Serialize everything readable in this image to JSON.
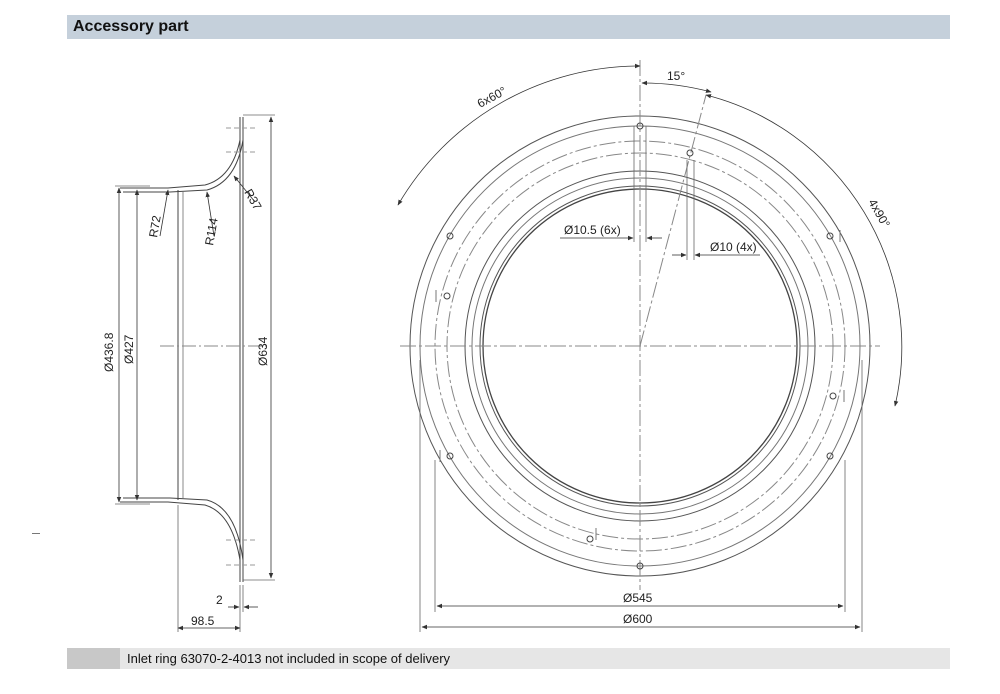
{
  "header": {
    "title": "Accessory part"
  },
  "footer": {
    "note": "Inlet ring 63070-2-4013 not included in scope of delivery"
  },
  "side_view": {
    "labels": {
      "dia_outer_lip": "Ø436.8",
      "dia_throat": "Ø427",
      "dia_flange": "Ø634",
      "radius_72": "R72",
      "radius_114": "R114",
      "radius_37": "R37",
      "thickness": "2",
      "depth": "98.5"
    }
  },
  "front_view": {
    "labels": {
      "hole_pattern_60": "6x60°",
      "angle_15": "15°",
      "hole_pattern_90": "4x90°",
      "hole_large": "Ø10.5 (6x)",
      "hole_small": "Ø10 (4x)",
      "dia_545": "Ø545",
      "dia_600": "Ø600"
    }
  }
}
